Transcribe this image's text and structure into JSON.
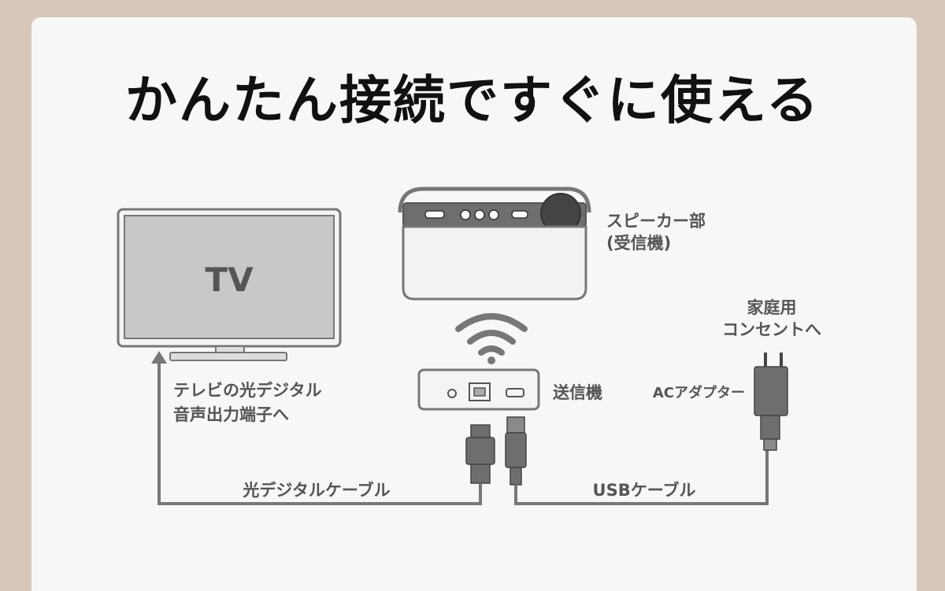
{
  "title": "かんたん接続ですぐに使える",
  "labels": {
    "tv": "TV",
    "speaker_line1": "スピーカー部",
    "speaker_line2": "(受信機)",
    "outlet_line1": "家庭用",
    "outlet_line2": "コンセントへ",
    "transmitter": "送信機",
    "ac_adapter": "ACアダプター",
    "tv_port_line1": "テレビの光デジタル",
    "tv_port_line2": "音声出力端子へ",
    "optical_cable": "光デジタルケーブル",
    "usb_cable": "USBケーブル"
  },
  "colors": {
    "background": "#d7c7bb",
    "card": "#f7f7f6",
    "line": "#777777",
    "screen": "#c8c8c8",
    "device_dark": "#6e6e6e"
  }
}
